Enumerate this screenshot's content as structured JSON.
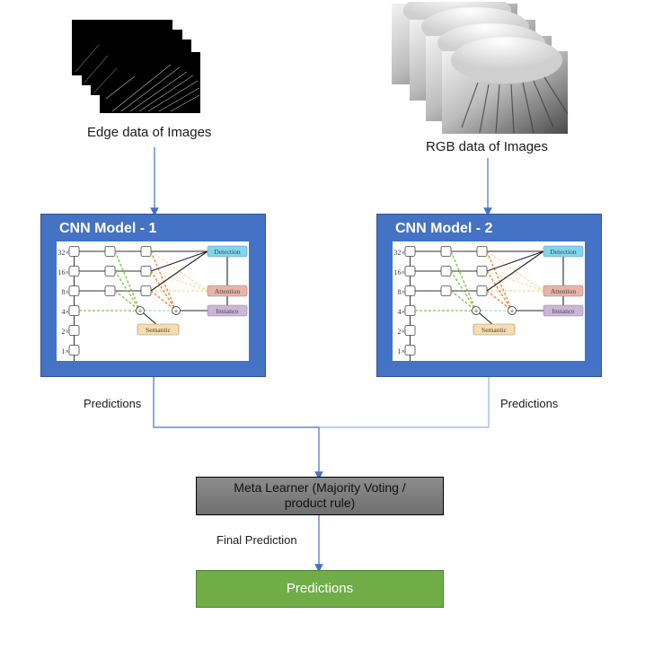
{
  "inputs": {
    "edge": {
      "label": "Edge data of Images",
      "stack_count": 4
    },
    "rgb": {
      "label": "RGB data of Images",
      "stack_count": 4
    }
  },
  "models": [
    {
      "title": "CNN Model - 1",
      "output_label": "Predictions"
    },
    {
      "title": "CNN Model - 2",
      "output_label": "Predictions"
    }
  ],
  "architecture": {
    "scales": [
      "32×",
      "16×",
      "8×",
      "4×",
      "2×",
      "1×"
    ],
    "heads": {
      "detection": "Detection",
      "attention": "Attention",
      "instance": "Instance",
      "semantic": "Semantic"
    },
    "colors": {
      "detection": "#7fd6ee",
      "attention": "#eab3a8",
      "instance": "#c9b5dd",
      "semantic": "#f6deab",
      "green_dash": "#8cc152",
      "orange_dash": "#f0883a",
      "yellow_dash": "#f5d99a",
      "blue_dash": "#a9d3ea"
    }
  },
  "meta_learner": {
    "label": "Meta Learner (Majority Voting / product rule)",
    "line1": "Meta Learner (Majority Voting /",
    "line2": "product rule)"
  },
  "final_edge_label": "Final Prediction",
  "output": {
    "label": "Predictions"
  },
  "colors": {
    "cnn_box": "#4472c4",
    "connector": "#4472c4",
    "meta_box": "#7f7f7f",
    "output_box": "#70ad47"
  }
}
